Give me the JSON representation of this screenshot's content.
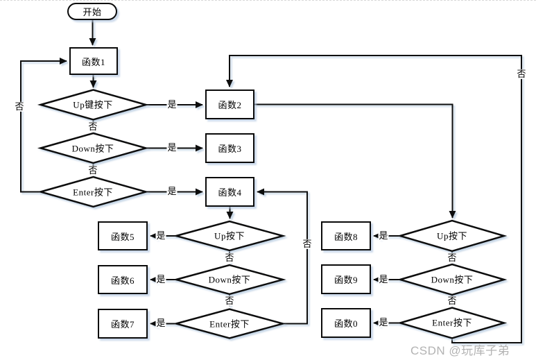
{
  "nodes": {
    "start": "开始",
    "fn1": "函数1",
    "fn2": "函数2",
    "fn3": "函数3",
    "fn4": "函数4",
    "fn5": "函数5",
    "fn6": "函数6",
    "fn7": "函数7",
    "fn8": "函数8",
    "fn9": "函数9",
    "fn0": "函数0",
    "d_up_key": "Up键按下",
    "d_down_1": "Down按下",
    "d_enter_1": "Enter按下",
    "d_up_2": "Up按下",
    "d_down_2": "Down按下",
    "d_enter_2": "Enter按下",
    "d_up_3": "Up按下",
    "d_down_3": "Down按下",
    "d_enter_3": "Enter按下"
  },
  "labels": {
    "yes": "是",
    "no": "否"
  },
  "watermark": {
    "text": "CSDN @玩库子弟"
  },
  "colors": {
    "line": "#000000",
    "shadow": "#bcd0e5",
    "watermark": "#b3b3b3"
  }
}
